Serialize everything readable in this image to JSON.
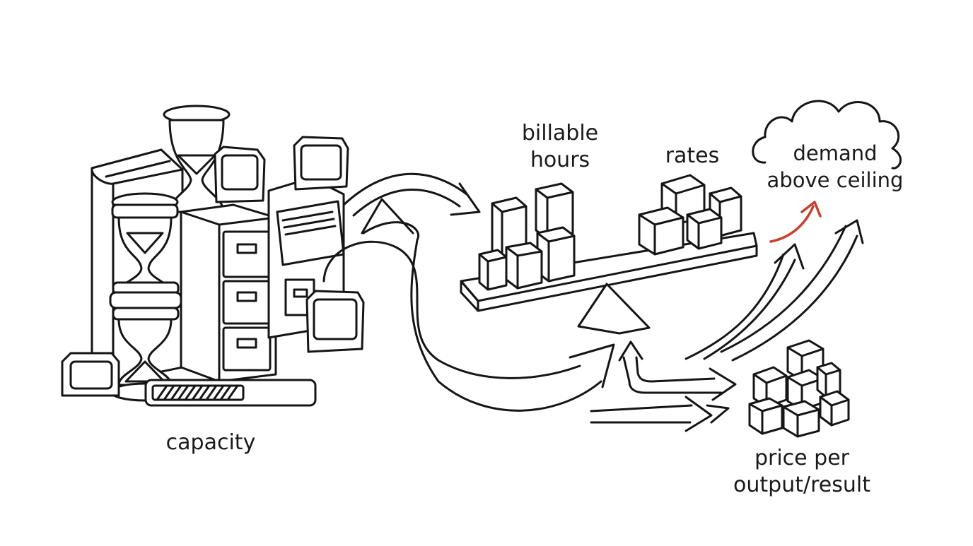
{
  "labels": {
    "capacity": "capacity",
    "billable_hours_line1": "billable",
    "billable_hours_line2": "hours",
    "rates": "rates",
    "demand_line1": "demand",
    "demand_line2": "above ceiling",
    "price_line1": "price per",
    "price_line2": "output/result"
  },
  "colors": {
    "ink": "#151515",
    "accent": "#c8412c",
    "background": "#ffffff"
  },
  "icons": [
    "hourglass-icon",
    "filing-cabinet-icon",
    "book-icon",
    "keycap-icon",
    "progress-bar-icon",
    "seesaw-scale-icon",
    "cube-icon",
    "cloud-icon",
    "arrow-icon"
  ]
}
